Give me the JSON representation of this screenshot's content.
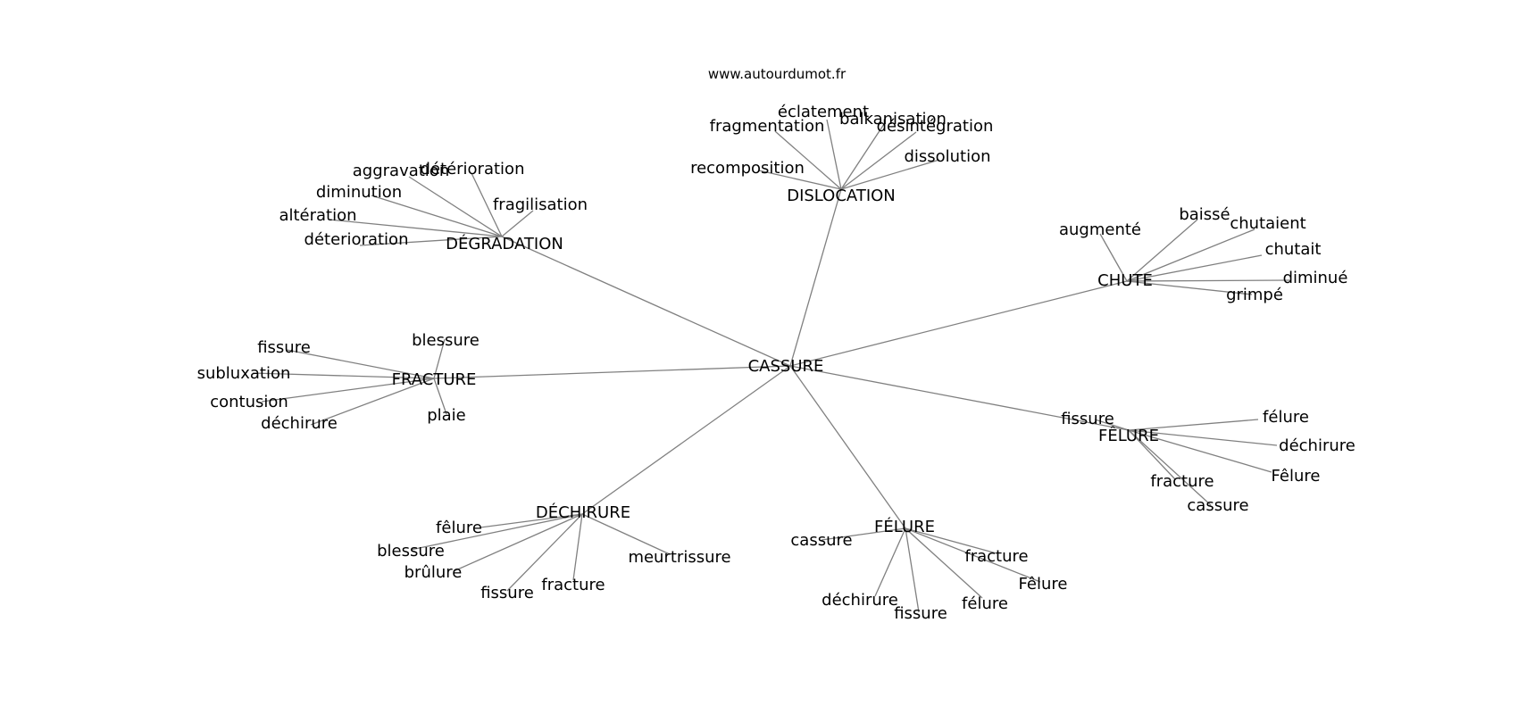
{
  "source_label": "www.autourdumot.fr",
  "center": {
    "label": "CASSURE"
  },
  "clusters": [
    {
      "label": "DÉGRADATION",
      "leaves": [
        "aggravation",
        "détérioration",
        "diminution",
        "altération",
        "déterioration",
        "fragilisation"
      ]
    },
    {
      "label": "DISLOCATION",
      "leaves": [
        "éclatement",
        "balkanisation",
        "fragmentation",
        "désintégration",
        "recomposition",
        "dissolution"
      ]
    },
    {
      "label": "CHUTE",
      "leaves": [
        "augmenté",
        "baissé",
        "chutaient",
        "chutait",
        "diminué",
        "grimpé"
      ]
    },
    {
      "label": "FRACTURE",
      "leaves": [
        "fissure",
        "blessure",
        "subluxation",
        "contusion",
        "déchirure",
        "plaie"
      ]
    },
    {
      "label": "FÊLURE",
      "leaves": [
        "fissure",
        "félure",
        "déchirure",
        "Fêlure",
        "fracture",
        "cassure"
      ]
    },
    {
      "label": "DÉCHIRURE",
      "leaves": [
        "fêlure",
        "blessure",
        "brûlure",
        "fissure",
        "fracture",
        "meurtrissure"
      ]
    },
    {
      "label": "FÉLURE",
      "leaves": [
        "cassure",
        "fracture",
        "Fêlure",
        "déchirure",
        "fissure",
        "félure"
      ]
    }
  ],
  "colors": {
    "edge": "#808080",
    "text": "#000000",
    "background": "#ffffff"
  }
}
